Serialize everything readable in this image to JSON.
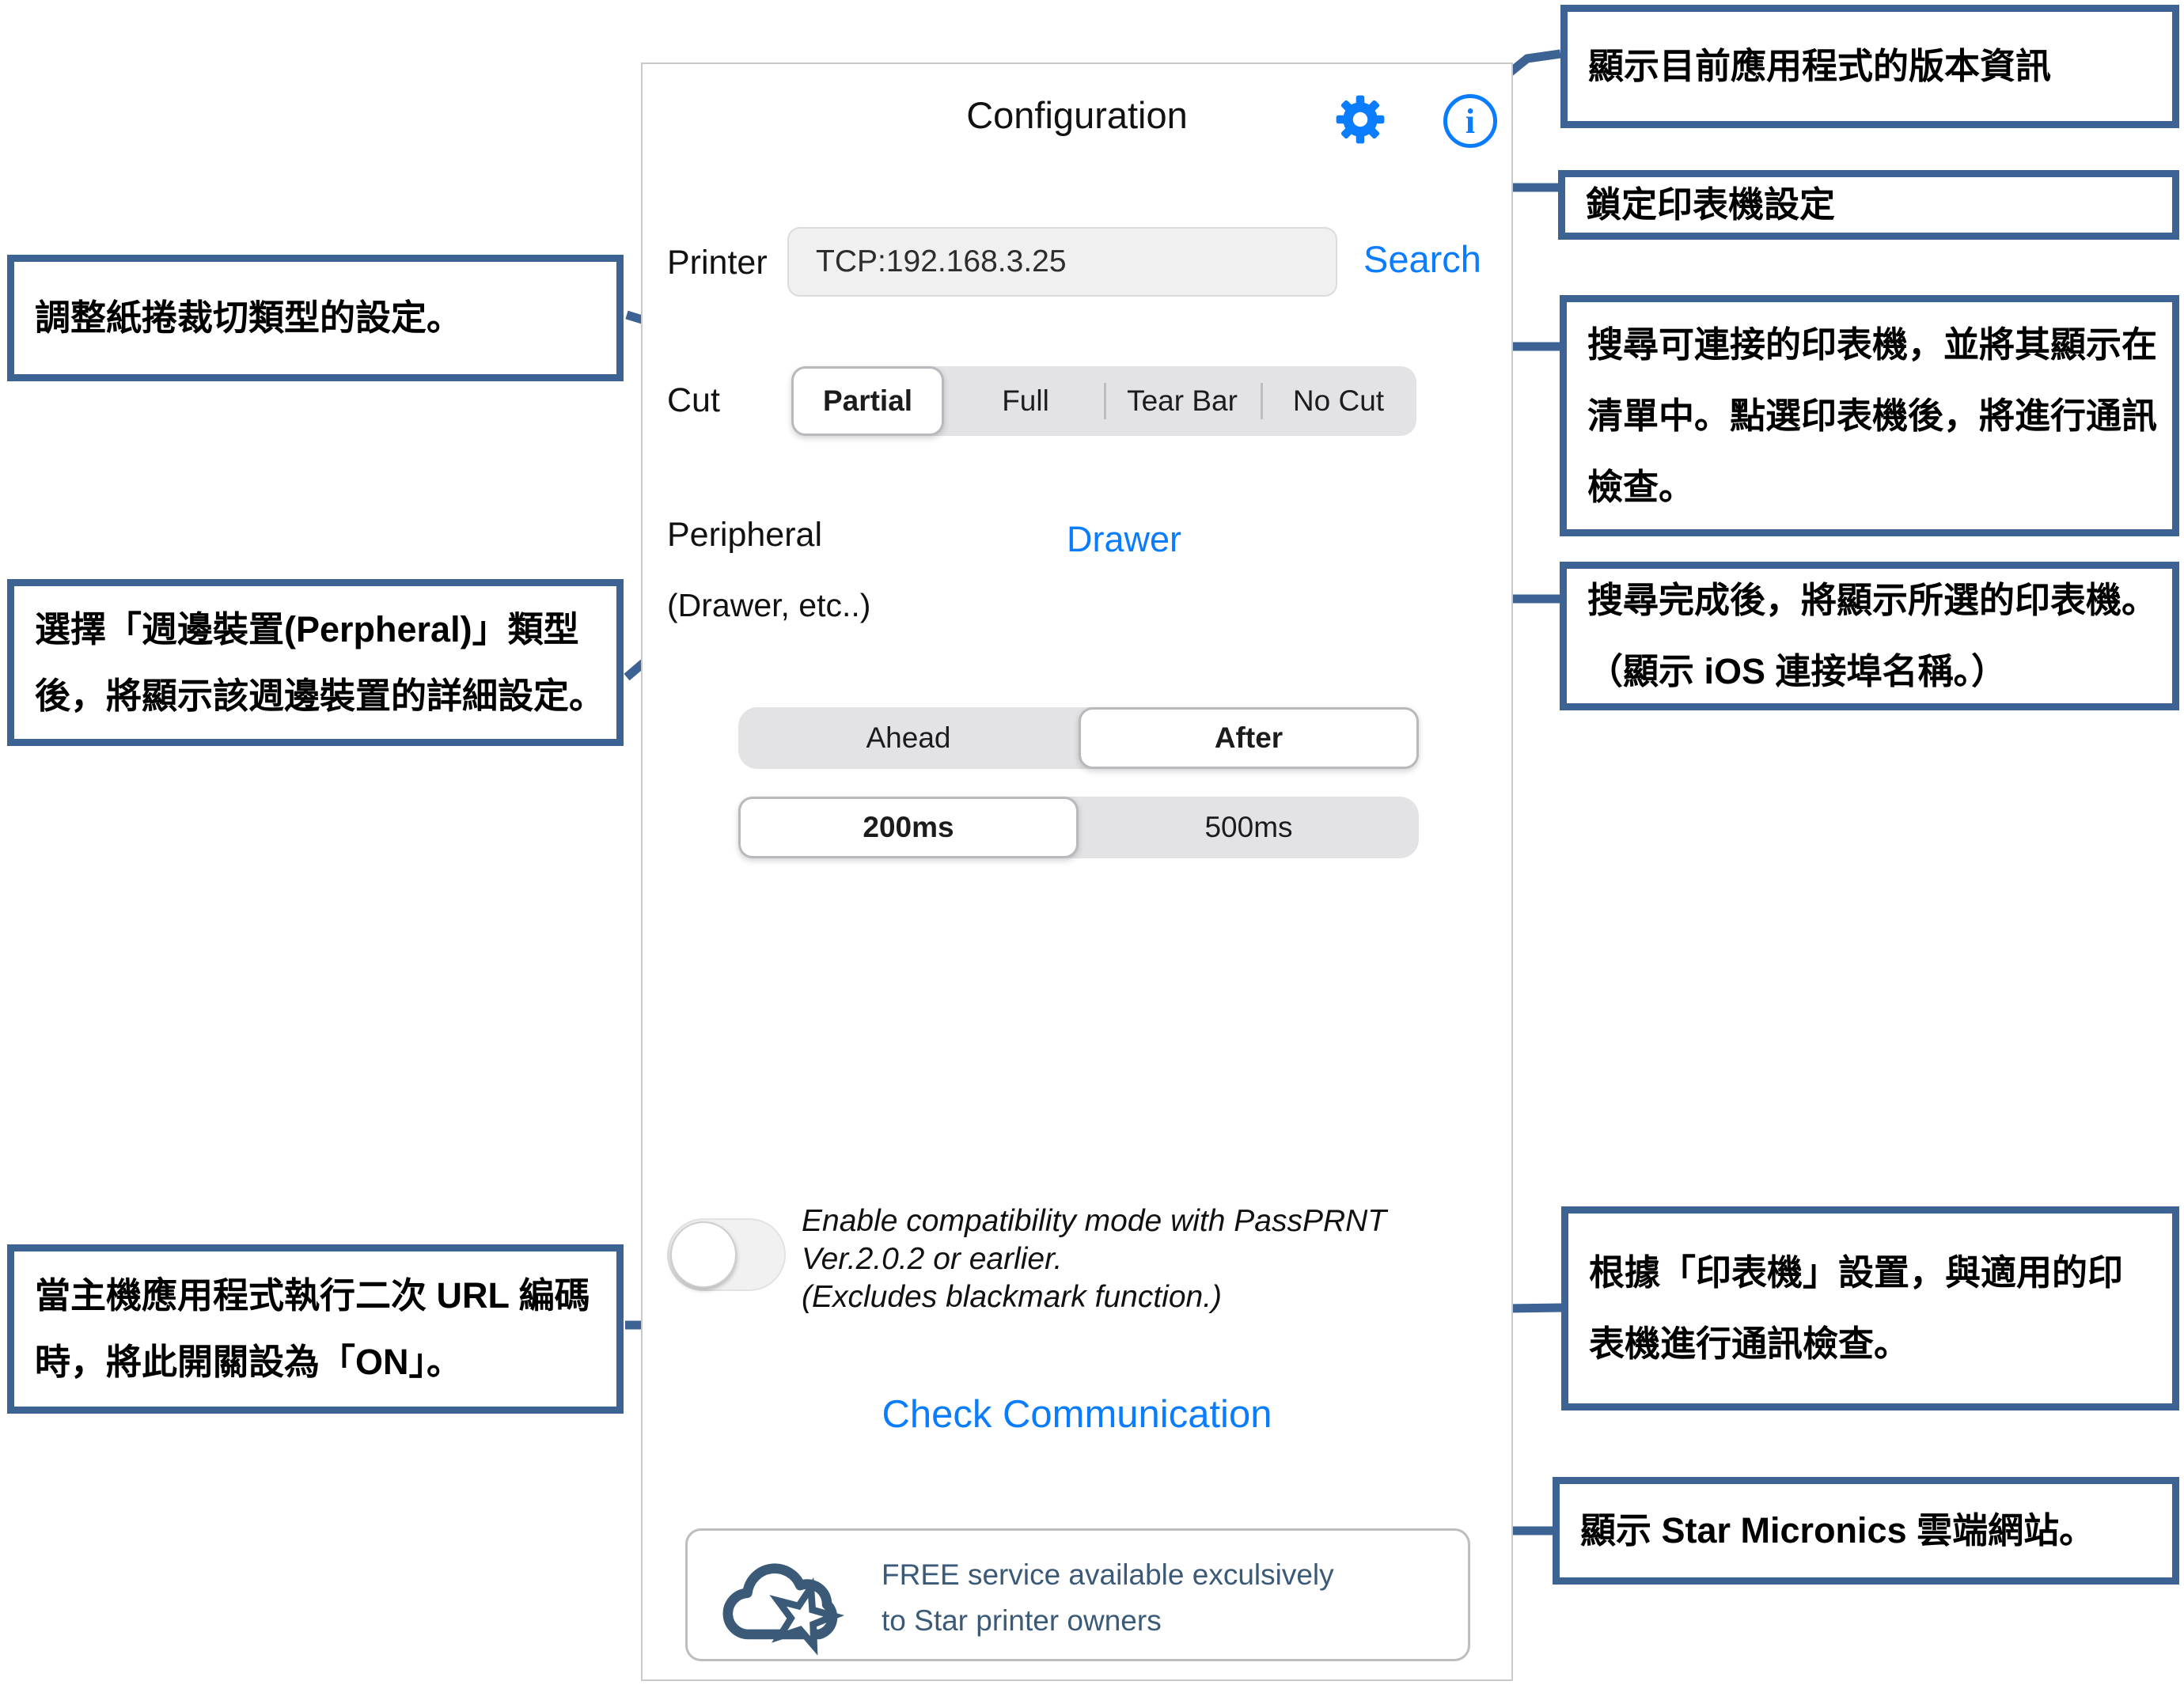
{
  "app": {
    "title": "Configuration",
    "printer_row": {
      "label": "Printer",
      "field_value": "TCP:192.168.3.25",
      "search_label": "Search"
    },
    "cut_row": {
      "label": "Cut",
      "selected": "Partial",
      "options": [
        "Partial",
        "Full",
        "Tear Bar",
        "No Cut"
      ]
    },
    "peripheral_row": {
      "label": "Peripheral",
      "label_note": "(Drawer, etc..)",
      "selected_value": "Drawer"
    },
    "timing_control": {
      "selected": "After",
      "options": [
        "Ahead",
        "After"
      ]
    },
    "delay_control": {
      "selected": "200ms",
      "options": [
        "200ms",
        "500ms"
      ]
    },
    "compatibility": {
      "toggle_state": "off",
      "lines": [
        "Enable compatibility mode with PassPRNT",
        "Ver.2.0.2 or earlier.",
        "(Excludes blackmark function.)"
      ]
    },
    "check_communication_label": "Check Communication",
    "cloud_banner": {
      "lines": [
        "FREE service available exculsively",
        "to Star printer owners"
      ]
    }
  },
  "callouts": {
    "version_info": {
      "lines": [
        "顯示目前應用程式的版本資訊"
      ]
    },
    "lock_settings": {
      "lines": [
        "鎖定印表機設定"
      ]
    },
    "search_printer": {
      "lines": [
        "搜尋可連接的印表機，並將其顯示在",
        "清單中。點選印表機後，將進行通訊",
        "檢查。"
      ]
    },
    "selected_printer": {
      "lines": [
        "搜尋完成後，將顯示所選的印表機。",
        "（顯示 iOS 連接埠名稱。）"
      ]
    },
    "cut_setting": {
      "lines": [
        "調整紙捲裁切類型的設定。"
      ]
    },
    "peripheral_setting": {
      "lines": [
        "選擇「週邊裝置(Perpheral)」類型",
        "後，將顯示該週邊裝置的詳細設定。"
      ]
    },
    "url_encoding": {
      "lines": [
        "當主機應用程式執行二次 URL 編碼",
        "時，將此開關設為「ON」。"
      ]
    },
    "comm_check": {
      "lines": [
        "根據「印表機」設置，與適用的印",
        "表機進行通訊檢查。"
      ]
    },
    "cloud_site": {
      "lines": [
        "顯示 Star Micronics 雲端網站。"
      ]
    }
  },
  "icons": {
    "gear": "gear-icon",
    "info": "info-icon",
    "cloud_star": "cloud-star-icon",
    "toggle": "toggle-switch"
  },
  "colors": {
    "accent_blue": "#0a7cfe",
    "callout_line_blue": "#3c6394",
    "cloud_brand_blue": "#3a5a78",
    "segment_track_gray": "#e3e3e5"
  }
}
